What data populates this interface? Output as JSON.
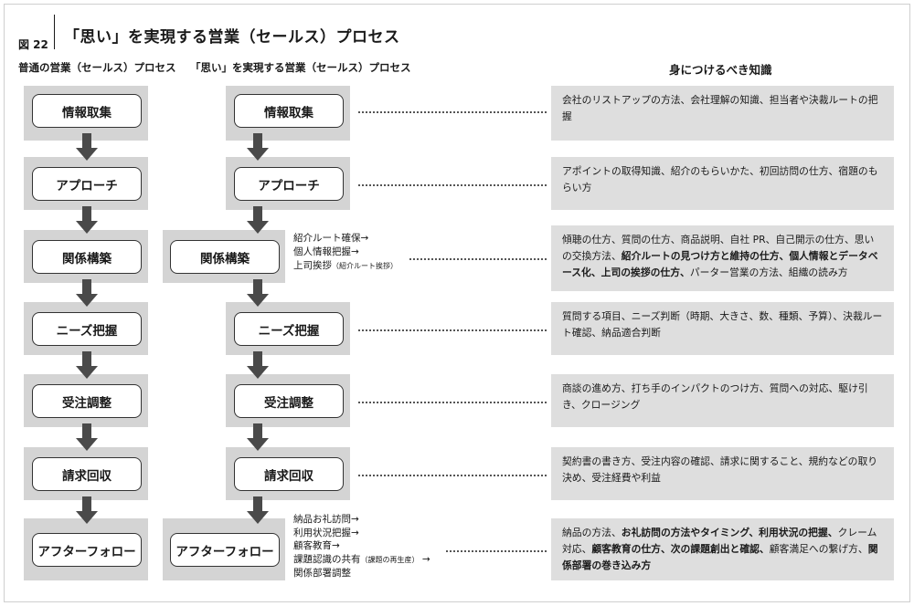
{
  "figure": {
    "label": "図 22",
    "title": "「思い」を実現する営業（セールス）プロセス"
  },
  "columns": {
    "normal": "普通の営業（セールス）プロセス",
    "omoi": "「思い」を実現する営業（セールス）プロセス",
    "knowledge": "身につけるべき知識"
  },
  "steps": [
    "情報取集",
    "アプローチ",
    "関係構築",
    "ニーズ把握",
    "受注調整",
    "請求回収",
    "アフターフォロー"
  ],
  "notes": {
    "relationship": {
      "line1": "紹介ルート確保→",
      "line2": "個人情報把握→",
      "line3": "上司挨拶",
      "line3_small": "（紹介ルート挨拶）"
    },
    "after": {
      "line1": "納品お礼訪問→",
      "line2": "利用状況把握→",
      "line3": "顧客教育→",
      "line4": "課題認識の共有",
      "line4_small": "（課題の再生産）",
      "line4_arrow": "→",
      "line5": "関係部署調整"
    }
  },
  "knowledge": [
    {
      "parts": [
        {
          "text": "会社のリストアップの方法、会社理解の知識、担当者や決裁ルートの把握",
          "bold": false
        }
      ]
    },
    {
      "parts": [
        {
          "text": "アポイントの取得知識、紹介のもらいかた、初回訪問の仕方、宿題のもらい方",
          "bold": false
        }
      ]
    },
    {
      "parts": [
        {
          "text": "傾聴の仕方、質問の仕方、商品説明、自社 PR、自己開示の仕方、思いの交換方法、",
          "bold": false
        },
        {
          "text": "紹介ルートの見つけ方と維持の仕方、個人情報とデータベース化、上司の挨拶の仕方、",
          "bold": true
        },
        {
          "text": "パーター営業の方法、組織の読み方",
          "bold": false
        }
      ]
    },
    {
      "parts": [
        {
          "text": "質問する項目、ニーズ判断（時期、大きさ、数、種類、予算）、決裁ルート確認、納品適合判断",
          "bold": false
        }
      ]
    },
    {
      "parts": [
        {
          "text": "商談の進め方、打ち手のインパクトのつけ方、質問への対応、駆け引き、クロージング",
          "bold": false
        }
      ]
    },
    {
      "parts": [
        {
          "text": "契約書の書き方、受注内容の確認、請求に関すること、規約などの取り決め、受注経費や利益",
          "bold": false
        }
      ]
    },
    {
      "parts": [
        {
          "text": "納品の方法、",
          "bold": false
        },
        {
          "text": "お礼訪問の方法やタイミング、利用状況の把握、",
          "bold": true
        },
        {
          "text": "クレーム対応、",
          "bold": false
        },
        {
          "text": "顧客教育の仕方、次の課題創出と確認、",
          "bold": true
        },
        {
          "text": "顧客満足への繋げ方、",
          "bold": false
        },
        {
          "text": "関係部署の巻き込み方",
          "bold": true
        }
      ]
    }
  ],
  "colors": {
    "band": "#d4d4d4",
    "arrow": "#4a4a4a",
    "knowledge_bg": "#dedede"
  }
}
